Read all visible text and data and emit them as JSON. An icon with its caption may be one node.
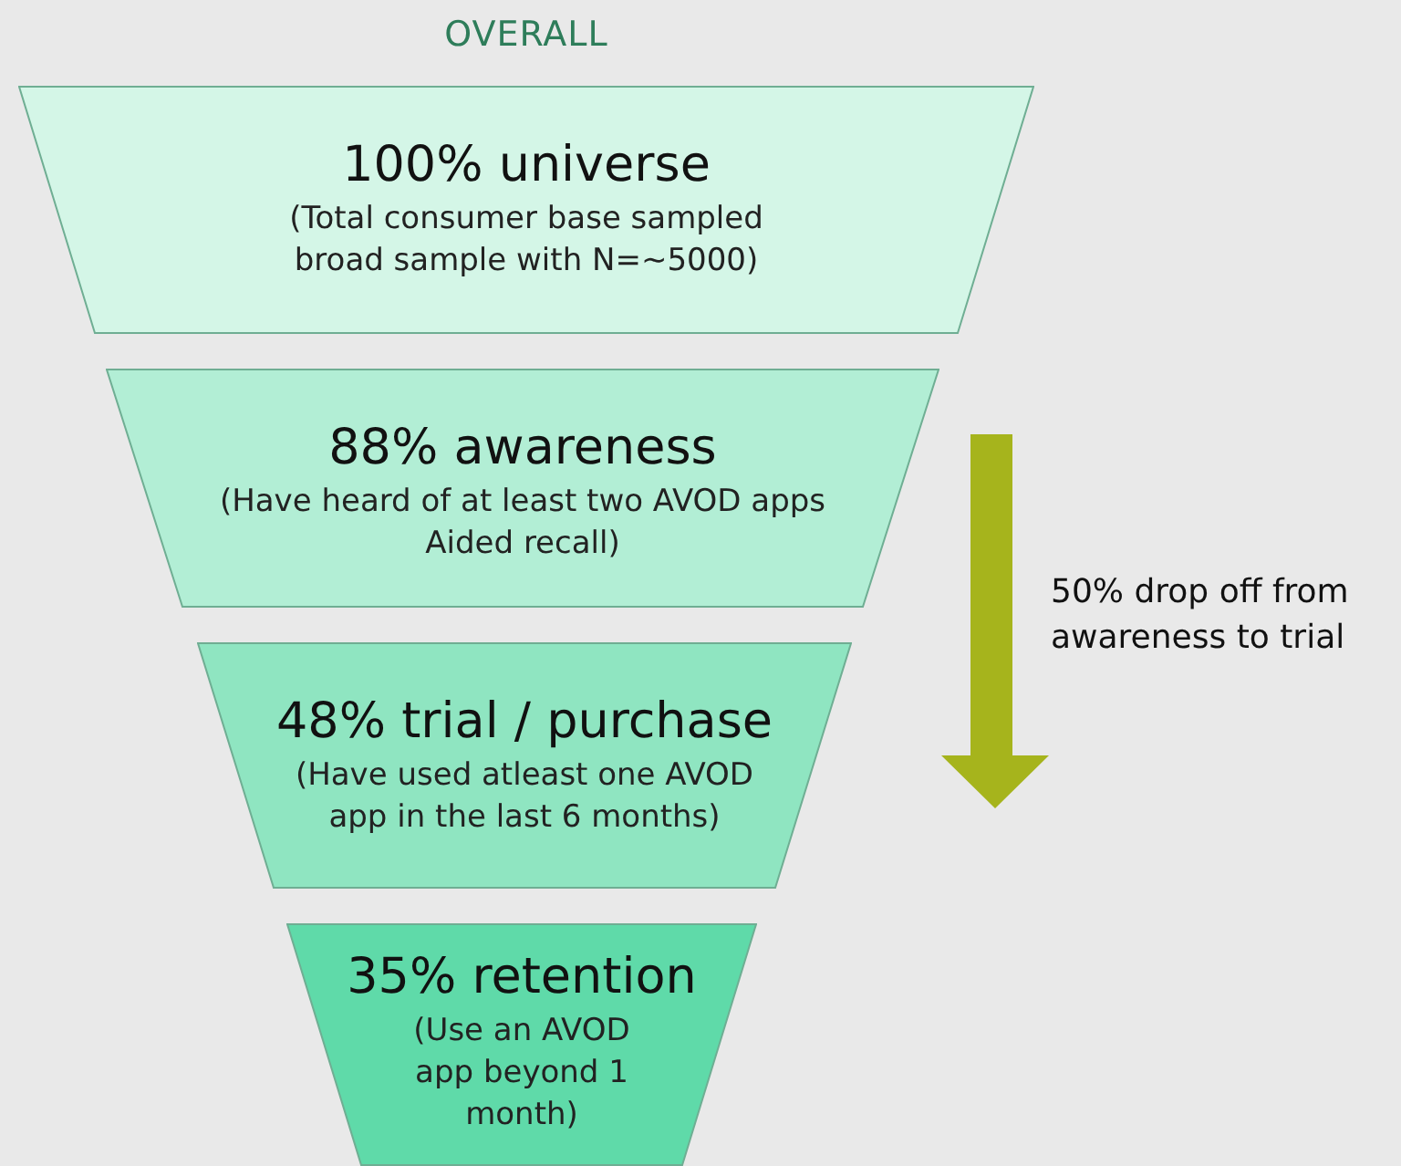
{
  "diagram": {
    "title": "OVERALL",
    "nodes": [
      {
        "text": [
          "100% universe",
          "(Total consumer base sampled broad sample with N=~5000)"
        ]
      },
      {
        "text": [
          "88% awareness",
          "(Have heard of at least two AVOD apps Aided recall)"
        ]
      },
      {
        "text": [
          "48% trial / purchase",
          "(Have used atleast one AVOD app in the last 6 months)"
        ]
      },
      {
        "text": [
          "35% retention",
          "(Use an AVOD app beyond 1 month)"
        ]
      }
    ],
    "labels": [
      "50% drop off from awareness to trial"
    ]
  }
}
